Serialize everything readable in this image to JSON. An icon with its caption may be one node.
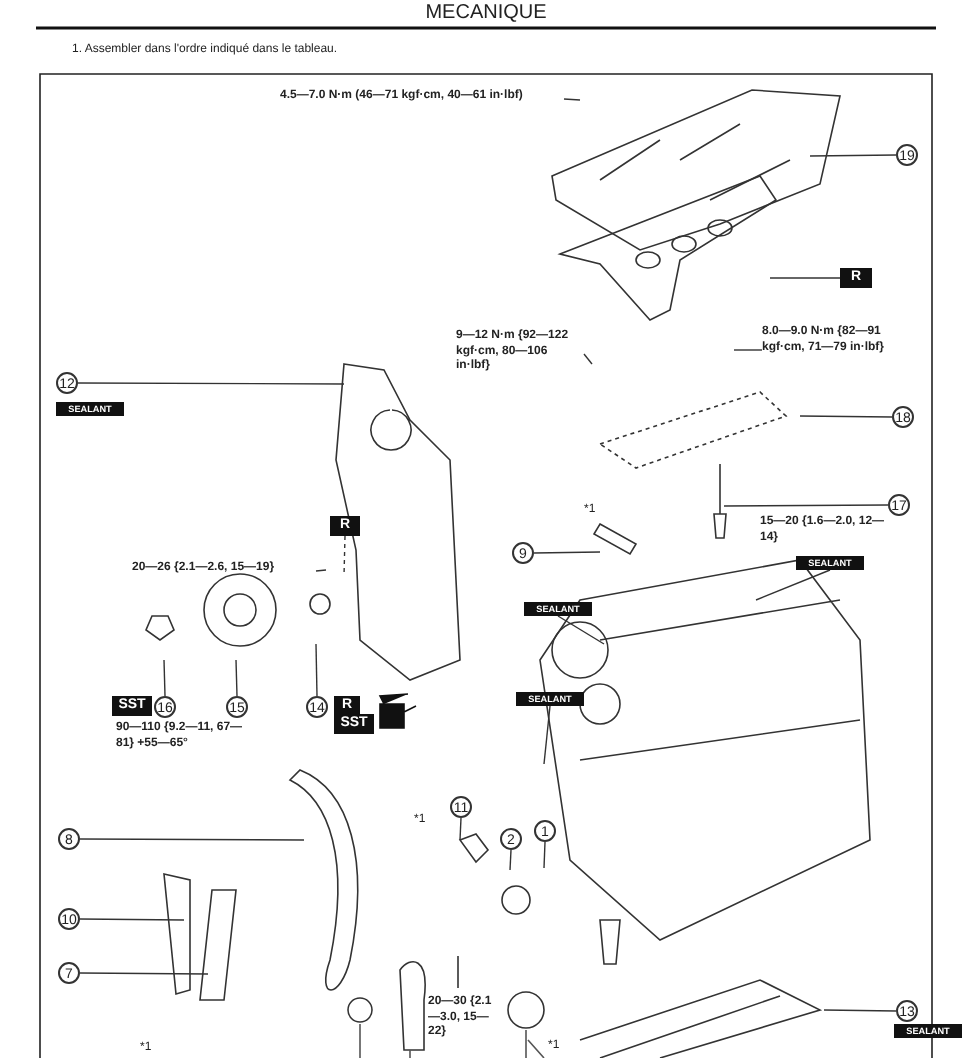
{
  "diagram": {
    "title": "MECANIQUE",
    "nodes": [
      {
        "text": [
          "4.5—7.0 N·m (46—71 kgf·cm, 40—61 in·lbf)"
        ]
      },
      {
        "text": [
          "19"
        ]
      },
      {
        "text": [
          "R"
        ]
      },
      {
        "text": [
          "9—12 N·m {92—122 kgf·cm, 80—106 in·lbf}"
        ]
      },
      {
        "text": [
          "8.0—9.0 N·m {82—91 kgf·cm, 71—79 in·lbf}"
        ]
      },
      {
        "text": [
          "12"
        ],
        "beside": [
          "SEALANT"
        ]
      },
      {
        "text": [
          "18"
        ]
      },
      {
        "text": [
          "17"
        ]
      },
      {
        "text": [
          "9"
        ]
      },
      {
        "text": [
          "R"
        ]
      },
      {
        "text": [
          "20—26 {2.1—2.6, 15—19}"
        ]
      },
      {
        "text": [
          "SEALANT"
        ]
      },
      {
        "text": [
          "SEALANT"
        ]
      },
      {
        "text": [
          "SEALANT"
        ]
      },
      {
        "text": [
          "16"
        ],
        "beside": [
          "SST"
        ]
      },
      {
        "text": [
          "15"
        ]
      },
      {
        "text": [
          "14"
        ],
        "beside": [
          "R",
          "SST"
        ]
      },
      {
        "text": [
          "8"
        ]
      },
      {
        "text": [
          "10"
        ]
      },
      {
        "text": [
          "7"
        ]
      },
      {
        "text": [
          "11"
        ]
      },
      {
        "text": [
          "2"
        ]
      },
      {
        "text": [
          "1"
        ]
      },
      {
        "text": [
          "13"
        ],
        "beside": [
          "SEALANT"
        ]
      }
    ],
    "edges": [
      {
        "from": 0,
        "to": null,
        "arrow": "none"
      },
      {
        "from": 1,
        "to": null,
        "arrow": "none"
      },
      {
        "from": 2,
        "to": null,
        "arrow": "none"
      },
      {
        "from": 3,
        "to": null,
        "arrow": "none"
      },
      {
        "from": 4,
        "to": null,
        "arrow": "none"
      },
      {
        "from": 5,
        "to": null,
        "arrow": "none"
      },
      {
        "from": 6,
        "to": null,
        "arrow": "none"
      },
      {
        "from": 7,
        "to": null,
        "arrow": "none"
      },
      {
        "from": 8,
        "to": null,
        "arrow": "none"
      },
      {
        "from": 9,
        "to": null,
        "arrow": "none",
        "style": "dashed"
      },
      {
        "from": 10,
        "to": null,
        "arrow": "none"
      },
      {
        "from": 11,
        "to": null,
        "arrow": "none"
      },
      {
        "from": 12,
        "to": null,
        "arrow": "none"
      },
      {
        "from": 13,
        "to": null,
        "arrow": "none"
      },
      {
        "from": 14,
        "to": null,
        "arrow": "none"
      },
      {
        "from": 15,
        "to": null,
        "arrow": "none"
      },
      {
        "from": 16,
        "to": null,
        "arrow": "none"
      },
      {
        "from": 17,
        "to": null,
        "arrow": "none"
      },
      {
        "from": 18,
        "to": null,
        "arrow": "none"
      },
      {
        "from": 19,
        "to": null,
        "arrow": "none"
      },
      {
        "from": 20,
        "to": null,
        "arrow": "none"
      },
      {
        "from": 21,
        "to": null,
        "arrow": "none"
      },
      {
        "from": 22,
        "to": null,
        "arrow": "none"
      },
      {
        "from": 23,
        "to": null,
        "arrow": "none"
      }
    ],
    "labels": [
      "1. Assembler dans l'ordre indiqué dans le tableau.",
      "*1",
      "15—20 {1.6—2.0, 12—14}",
      "90—110 {9.2—11, 67—81} +55—65°",
      "*1",
      "20—30 {2.1—3.0, 15—22}",
      "*1",
      "*1"
    ]
  }
}
